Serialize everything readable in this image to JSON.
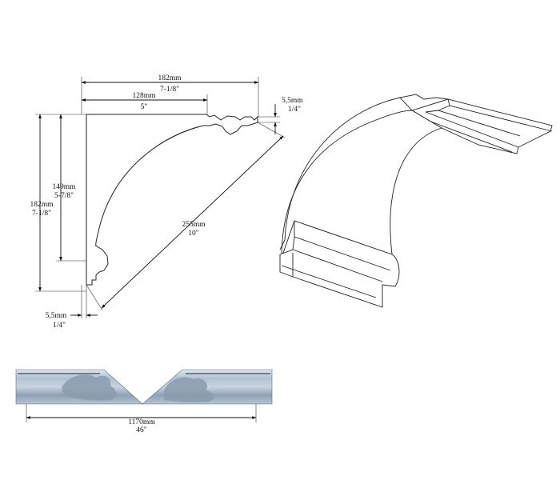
{
  "dimensions": {
    "top_total_mm": "182mm",
    "top_total_in": "7-1/8\"",
    "top_partial_mm": "128mm",
    "top_partial_in": "5\"",
    "right_step_mm": "5,5mm",
    "right_step_in": "1/4\"",
    "left_total_mm": "182mm",
    "left_total_in": "7-1/8\"",
    "left_partial_mm": "149mm",
    "left_partial_in": "5-7/8\"",
    "diagonal_mm": "255mm",
    "diagonal_in": "10\"",
    "bottom_step_mm": "5,5mm",
    "bottom_step_in": "1/4\"",
    "length_mm": "1170mm",
    "length_in": "46\""
  },
  "colors": {
    "line": "#111111",
    "render_base": "#a9b8c8",
    "render_light": "#d6e0ea",
    "render_dark": "#6f8196",
    "ornament": "#8d9db0"
  }
}
